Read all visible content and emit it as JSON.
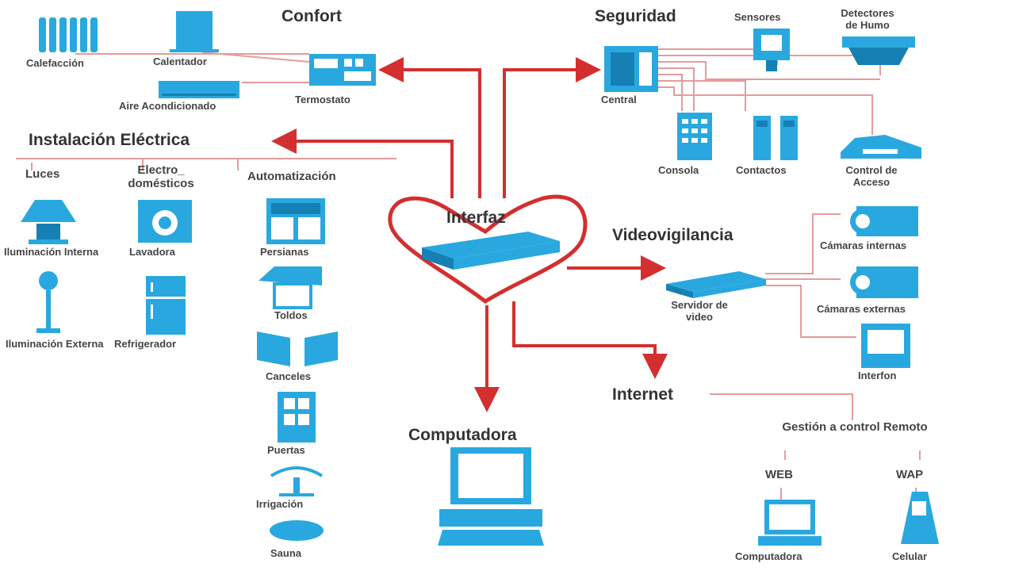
{
  "colors": {
    "accent": "#d32f2f",
    "line": "#e69b9b",
    "icon": "#29a8df",
    "icon_dark": "#1680b4",
    "text": "#333333"
  },
  "hub": {
    "label": "Interfaz",
    "icon": "interface-device-icon"
  },
  "confort": {
    "title": "Confort",
    "items": {
      "calefaccion": "Calefacción",
      "calentador": "Calentador",
      "aire": "Aire Acondicionado",
      "termostato": "Termostato"
    }
  },
  "seguridad": {
    "title": "Seguridad",
    "items": {
      "sensores": "Sensores",
      "detectores": "Detectores de Humo",
      "central": "Central",
      "consola": "Consola",
      "contactos": "Contactos",
      "acceso": "Control de Acceso"
    }
  },
  "electrica": {
    "title": "Instalación Eléctrica",
    "groups": {
      "luces": "Luces",
      "electro": "Electro_ domésticos",
      "auto": "Automatización"
    },
    "items": {
      "ilum_interna": "Iluminación Interna",
      "ilum_externa": "Iluminación Externa",
      "lavadora": "Lavadora",
      "refrigerador": "Refrigerador",
      "persianas": "Persianas",
      "toldos": "Toldos",
      "canceles": "Canceles",
      "puertas": "Puertas",
      "irrigacion": "Irrigación",
      "sauna": "Sauna"
    }
  },
  "video": {
    "title": "Videovigilancia",
    "items": {
      "servidor": "Servidor de video",
      "internas": "Cámaras internas",
      "externas": "Cámaras externas",
      "interfon": "Interfon"
    }
  },
  "internet": {
    "title": "Internet",
    "gestion": "Gestión a control Remoto",
    "web": "WEB",
    "wap": "WAP",
    "items": {
      "computadora": "Computadora",
      "celular": "Celular"
    }
  },
  "computadora": {
    "title": "Computadora"
  }
}
